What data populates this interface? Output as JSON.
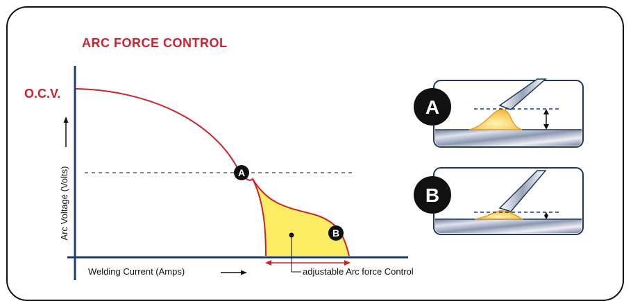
{
  "title": "ARC FORCE CONTROL",
  "ocv_label": "O.C.V.",
  "y_axis_label": "Arc Voltage (Volts)",
  "x_axis_label": "Welding Current (Amps)",
  "adjustable_label": "adjustable Arc force Control",
  "markers": {
    "curve_a": "A",
    "curve_b": "B",
    "panel_a": "A",
    "panel_b": "B"
  },
  "colors": {
    "accent_red": "#d0202e",
    "axis_blue": "#1c3d6e",
    "fill_yellow": "#fbec63",
    "panel_blue": "#1a3960"
  }
}
